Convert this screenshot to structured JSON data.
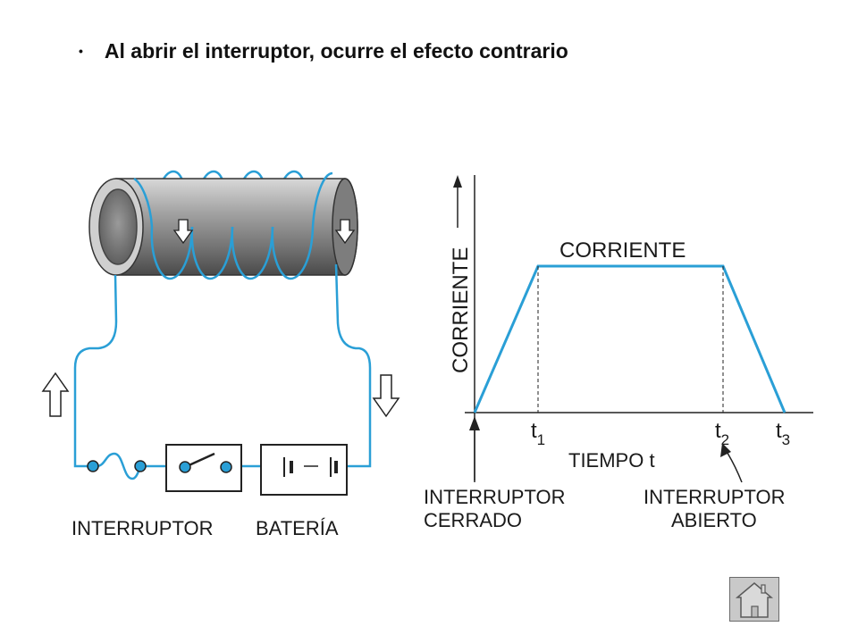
{
  "slide": {
    "title": "Al abrir el interruptor, ocurre el efecto contrario",
    "bullet": "•"
  },
  "circuit": {
    "label_switch": "INTERRUPTOR",
    "label_battery": "BATERÍA"
  },
  "graph": {
    "y_axis_label": "CORRIENTE",
    "curve_label": "CORRIENTE",
    "x_axis_label": "TIEMPO t",
    "ticks": [
      {
        "base": "t",
        "sub": "1"
      },
      {
        "base": "t",
        "sub": "2"
      },
      {
        "base": "t",
        "sub": "3"
      }
    ],
    "annotation_closed": [
      "INTERRUPTOR",
      "CERRADO"
    ],
    "annotation_open": [
      "INTERRUPTOR",
      "ABIERTO"
    ]
  },
  "colors": {
    "wire": "#2a9fd6",
    "text": "#1a1a1a",
    "cylinder": "#8f8f8f"
  },
  "home_button": {
    "icon": "home-icon"
  }
}
